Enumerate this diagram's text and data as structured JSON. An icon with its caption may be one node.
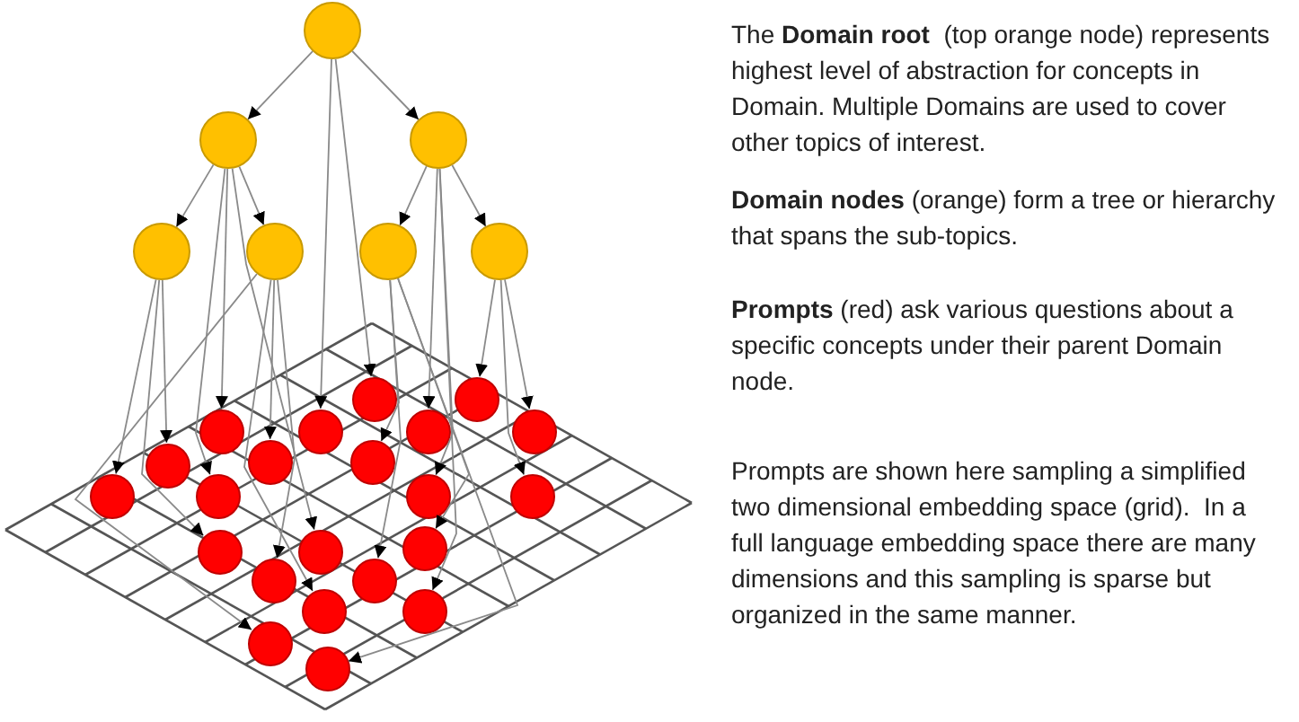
{
  "diagram": {
    "nodes": [
      {
        "text": [],
        "shape": "circle"
      },
      {
        "text": [],
        "shape": "circle"
      },
      {
        "text": [],
        "shape": "circle"
      },
      {
        "text": [],
        "shape": "circle"
      },
      {
        "text": [],
        "shape": "circle"
      },
      {
        "text": [],
        "shape": "circle"
      },
      {
        "text": [],
        "shape": "circle"
      },
      {
        "text": [],
        "shape": "circle"
      },
      {
        "text": [],
        "shape": "circle"
      },
      {
        "text": [],
        "shape": "circle"
      },
      {
        "text": [],
        "shape": "circle"
      },
      {
        "text": [],
        "shape": "circle"
      },
      {
        "text": [],
        "shape": "circle"
      },
      {
        "text": [],
        "shape": "circle"
      },
      {
        "text": [],
        "shape": "circle"
      },
      {
        "text": [],
        "shape": "circle"
      },
      {
        "text": [],
        "shape": "circle"
      },
      {
        "text": [],
        "shape": "circle"
      },
      {
        "text": [],
        "shape": "circle"
      },
      {
        "text": [],
        "shape": "circle"
      },
      {
        "text": [],
        "shape": "circle"
      },
      {
        "text": [],
        "shape": "circle"
      },
      {
        "text": [],
        "shape": "circle"
      },
      {
        "text": [],
        "shape": "circle"
      },
      {
        "text": [],
        "shape": "circle"
      },
      {
        "text": [],
        "shape": "circle"
      },
      {
        "text": [],
        "shape": "circle"
      },
      {
        "text": [],
        "shape": "circle"
      },
      {
        "text": [],
        "shape": "circle"
      }
    ],
    "edges": [
      {
        "from": 0,
        "to": 1,
        "arrow": "to"
      },
      {
        "from": 0,
        "to": 2,
        "arrow": "to"
      },
      {
        "from": 1,
        "to": 3,
        "arrow": "to"
      },
      {
        "from": 1,
        "to": 4,
        "arrow": "to"
      },
      {
        "from": 2,
        "to": 5,
        "arrow": "to"
      },
      {
        "from": 2,
        "to": 6,
        "arrow": "to"
      },
      {
        "from": 3,
        "to": 16,
        "arrow": "to"
      },
      {
        "from": 3,
        "to": 13,
        "arrow": "to"
      },
      {
        "from": 3,
        "to": 20,
        "arrow": "to"
      },
      {
        "from": 1,
        "to": 9,
        "arrow": "to"
      },
      {
        "from": 1,
        "to": 17,
        "arrow": "to"
      },
      {
        "from": 1,
        "to": 21,
        "arrow": "to"
      },
      {
        "from": 4,
        "to": 14,
        "arrow": "to"
      },
      {
        "from": 4,
        "to": 23,
        "arrow": "to"
      },
      {
        "from": 4,
        "to": 27,
        "arrow": "to"
      },
      {
        "from": 4,
        "to": 25,
        "arrow": "to"
      },
      {
        "from": 0,
        "to": 10,
        "arrow": "to"
      },
      {
        "from": 0,
        "to": 7,
        "arrow": "to"
      },
      {
        "from": 5,
        "to": 15,
        "arrow": "to"
      },
      {
        "from": 5,
        "to": 24,
        "arrow": "to"
      },
      {
        "from": 5,
        "to": 28,
        "arrow": "to"
      },
      {
        "from": 5,
        "to": 22,
        "arrow": "to"
      },
      {
        "from": 2,
        "to": 11,
        "arrow": "to"
      },
      {
        "from": 2,
        "to": 18,
        "arrow": "to"
      },
      {
        "from": 2,
        "to": 26,
        "arrow": "to"
      },
      {
        "from": 6,
        "to": 8,
        "arrow": "to"
      },
      {
        "from": 6,
        "to": 12,
        "arrow": "to"
      },
      {
        "from": 6,
        "to": 19,
        "arrow": "to"
      }
    ],
    "labels": [
      "The **Domain root**  (top orange node) represents highest level of abstraction for concepts in Domain. Multiple Domains are used to cover other topics of interest.",
      "**Domain nodes** (orange) form a tree or hierarchy that spans the sub-topics.",
      "**Prompts** (red) ask various questions about a specific concepts under their parent Domain node.",
      "Prompts are shown here sampling a simplified two dimensional embedding space (grid).  In a full language embedding space there are many dimensions and this sampling is sparse but organized in the same manner."
    ]
  }
}
